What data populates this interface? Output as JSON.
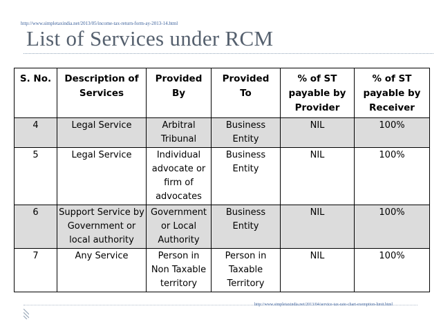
{
  "top_link": "http://www.simpletaxindia.net/2013/05/income-tax-return-form-ay-2013-14.html",
  "title": "List of Services under RCM",
  "table": {
    "headers": [
      [
        "S. No."
      ],
      [
        "Description of",
        "Services"
      ],
      [
        "Provided",
        "By"
      ],
      [
        "Provided",
        "To"
      ],
      [
        "% of ST",
        "payable by",
        "Provider"
      ],
      [
        "% of ST",
        "payable by",
        "Receiver"
      ]
    ],
    "rows": [
      {
        "shade": true,
        "cells": [
          [
            "4"
          ],
          [
            "Legal Service"
          ],
          [
            "Arbitral",
            "Tribunal"
          ],
          [
            "Business",
            "Entity"
          ],
          [
            "NIL"
          ],
          [
            "100%"
          ]
        ]
      },
      {
        "shade": false,
        "cells": [
          [
            "5"
          ],
          [
            "Legal Service"
          ],
          [
            "Individual",
            "advocate or",
            "firm of",
            "advocates"
          ],
          [
            "Business",
            "Entity"
          ],
          [
            "NIL"
          ],
          [
            "100%"
          ]
        ]
      },
      {
        "shade": true,
        "cells": [
          [
            "6"
          ],
          [
            "Support Service by",
            "Government or",
            "local authority"
          ],
          [
            "Government",
            "or Local",
            "Authority"
          ],
          [
            "Business",
            "Entity"
          ],
          [
            "NIL"
          ],
          [
            "100%"
          ]
        ]
      },
      {
        "shade": false,
        "cells": [
          [
            "7"
          ],
          [
            "Any Service"
          ],
          [
            "Person in",
            "Non Taxable",
            "territory"
          ],
          [
            "Person in",
            "Taxable",
            "Territory"
          ],
          [
            "NIL"
          ],
          [
            "100%"
          ]
        ]
      }
    ]
  },
  "bottom_link": "http://www.simpletaxindia.net/2013/04/service-tax-rate-chart-exemption-limit.html",
  "colors": {
    "title": "#55606e",
    "link": "#3a5f9a",
    "row_shade": "#dcdcdc",
    "border": "#000000"
  }
}
